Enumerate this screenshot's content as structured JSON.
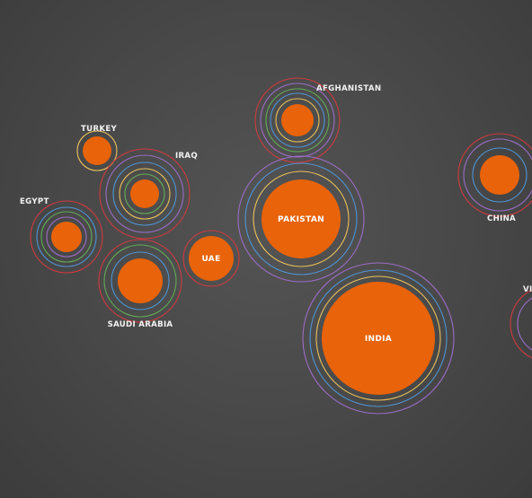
{
  "colors": {
    "core": "#e8630a",
    "ring_red": "#cf3a3f",
    "ring_purple": "#9b6cc6",
    "ring_blue": "#4e94d4",
    "ring_green": "#62ab56",
    "ring_yellow": "#e8c15a",
    "label": "#f2f2f2"
  },
  "chart_data": {
    "type": "bubble-cluster",
    "title": "",
    "legend": "none",
    "grid": false,
    "countries": [
      {
        "name": "AFGHANISTAN",
        "label_position": "top-right",
        "core_value": 11,
        "rings": [
          "yellow",
          "blue",
          "green",
          "purple",
          "red"
        ]
      },
      {
        "name": "TURKEY",
        "label_position": "top",
        "core_value": 12,
        "rings": [
          "yellow"
        ]
      },
      {
        "name": "IRAQ",
        "label_position": "top-right",
        "core_value": 11,
        "rings": [
          "green",
          "yellow",
          "blue",
          "purple",
          "red"
        ]
      },
      {
        "name": "EGYPT",
        "label_position": "top-left",
        "core_value": 11,
        "rings": [
          "purple",
          "green",
          "blue",
          "red"
        ]
      },
      {
        "name": "SAUDI ARABIA",
        "label_position": "bottom",
        "core_value": 19,
        "rings": [
          "blue",
          "green",
          "red"
        ]
      },
      {
        "name": "UAE",
        "label_position": "inside",
        "core_value": 17,
        "rings": [
          "red"
        ]
      },
      {
        "name": "PAKISTAN",
        "label_position": "inside",
        "core_value": 37,
        "rings": [
          "yellow",
          "blue",
          "purple"
        ]
      },
      {
        "name": "INDIA",
        "label_position": "inside",
        "core_value": 58,
        "rings": [
          "yellow",
          "blue",
          "purple"
        ]
      },
      {
        "name": "CHINA",
        "label_position": "bottom",
        "core_value": 17,
        "rings": [
          "blue",
          "purple",
          "red"
        ]
      },
      {
        "name": "VIE",
        "label_position": "top-clipped",
        "core_value": 0,
        "rings": [
          "purple",
          "red"
        ]
      }
    ]
  }
}
